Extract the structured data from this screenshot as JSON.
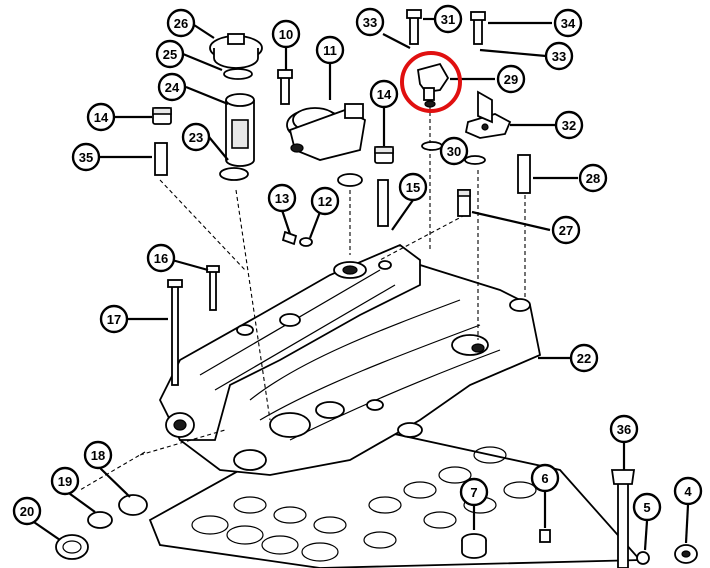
{
  "callouts": [
    {
      "id": "c26",
      "label": "26"
    },
    {
      "id": "c25",
      "label": "25"
    },
    {
      "id": "c24",
      "label": "24"
    },
    {
      "id": "c23",
      "label": "23"
    },
    {
      "id": "c14a",
      "label": "14"
    },
    {
      "id": "c35",
      "label": "35"
    },
    {
      "id": "c10",
      "label": "10"
    },
    {
      "id": "c11",
      "label": "11"
    },
    {
      "id": "c33a",
      "label": "33"
    },
    {
      "id": "c31",
      "label": "31"
    },
    {
      "id": "c34",
      "label": "34"
    },
    {
      "id": "c33b",
      "label": "33"
    },
    {
      "id": "c29",
      "label": "29"
    },
    {
      "id": "c14b",
      "label": "14"
    },
    {
      "id": "c32",
      "label": "32"
    },
    {
      "id": "c30",
      "label": "30"
    },
    {
      "id": "c28",
      "label": "28"
    },
    {
      "id": "c13",
      "label": "13"
    },
    {
      "id": "c12",
      "label": "12"
    },
    {
      "id": "c15",
      "label": "15"
    },
    {
      "id": "c27",
      "label": "27"
    },
    {
      "id": "c16",
      "label": "16"
    },
    {
      "id": "c17",
      "label": "17"
    },
    {
      "id": "c22",
      "label": "22"
    },
    {
      "id": "c36",
      "label": "36"
    },
    {
      "id": "c18",
      "label": "18"
    },
    {
      "id": "c19",
      "label": "19"
    },
    {
      "id": "c20",
      "label": "20"
    },
    {
      "id": "c6",
      "label": "6"
    },
    {
      "id": "c7",
      "label": "7"
    },
    {
      "id": "c5",
      "label": "5"
    },
    {
      "id": "c4",
      "label": "4"
    }
  ],
  "highlight": {
    "target": "29",
    "color": "#e01010"
  }
}
